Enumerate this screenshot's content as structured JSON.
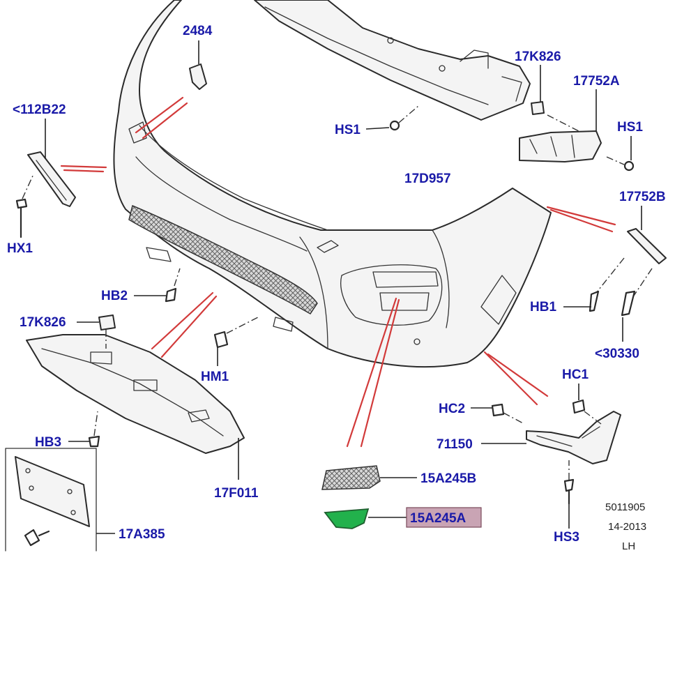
{
  "diagram": {
    "part_labels": {
      "p2484": "2484",
      "p112b22": "<112B22",
      "hx1": "HX1",
      "p17k826_top": "17K826",
      "p17752a": "17752A",
      "hs1_top": "HS1",
      "hs1_right": "HS1",
      "p17d957": "17D957",
      "p17752b": "17752B",
      "hb2": "HB2",
      "hb1": "HB1",
      "p30330": "<30330",
      "p17k826_left": "17K826",
      "hm1": "HM1",
      "hc1": "HC1",
      "hc2": "HC2",
      "p71150": "71150",
      "hb3": "HB3",
      "p17f011": "17F011",
      "p15a245b": "15A245B",
      "p15a245a": "15A245A",
      "p17a385": "17A385",
      "hs3": "HS3"
    },
    "reference": {
      "number": "5011905",
      "date": "14-2013",
      "side": "LH"
    },
    "colors": {
      "label": "#1a1aa8",
      "highlight_part": "#22b14c",
      "highlight_box": "#c9a4b4",
      "callout_lines": "#d23a3a"
    }
  }
}
